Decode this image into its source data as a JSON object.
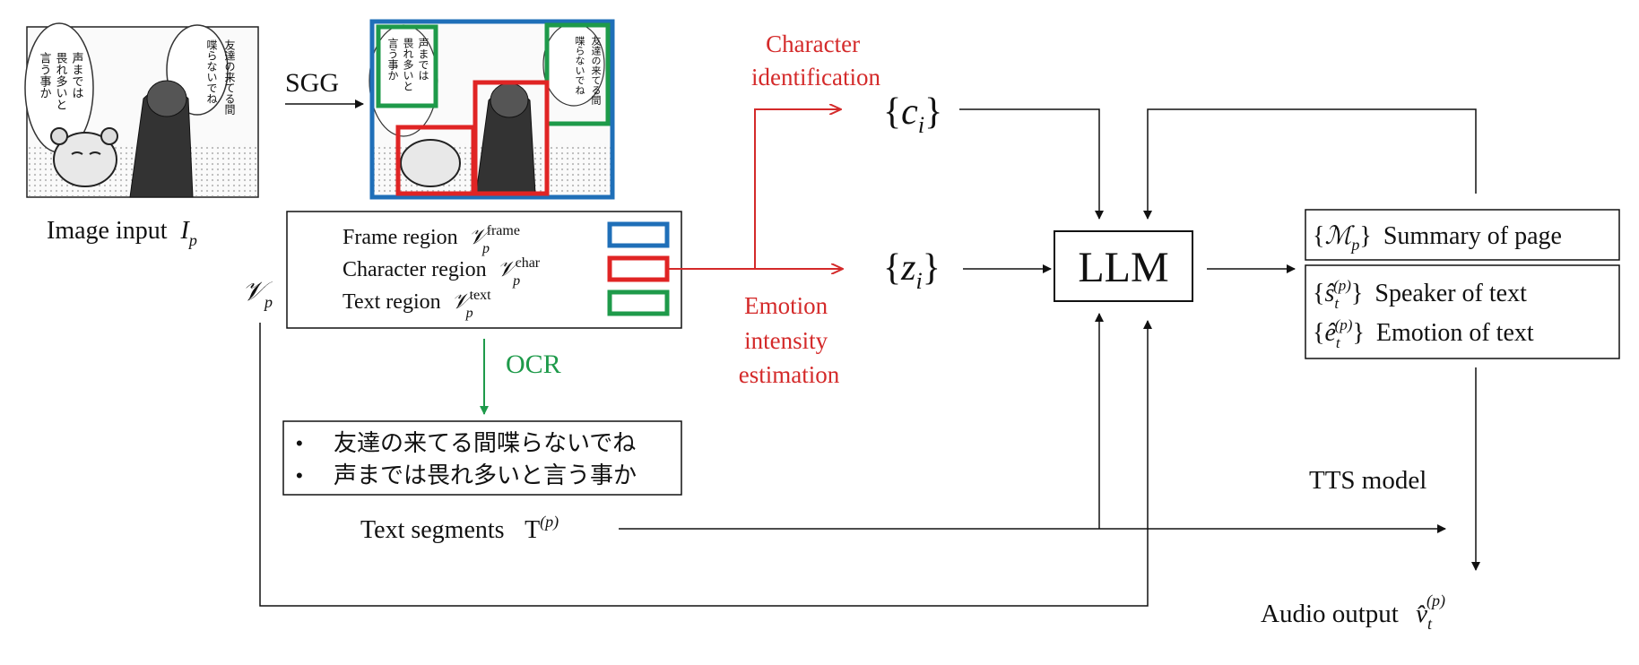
{
  "input": {
    "sgg_label": "SGG",
    "image_caption": "Image input",
    "image_var": "I",
    "image_sub": "p",
    "manga_text": [
      "友達の来てる間",
      "喋らないでね",
      "声までは",
      "畏れ多いと",
      "言う事か"
    ]
  },
  "regions": {
    "set_symbol": "𝒱",
    "set_sub": "p",
    "rows": [
      {
        "label": "Frame region",
        "sup": "frame",
        "color": "#1f6fb8"
      },
      {
        "label": "Character region",
        "sup": "char",
        "color": "#e02424"
      },
      {
        "label": "Text region",
        "sup": "text",
        "color": "#1e9a4a"
      }
    ]
  },
  "ocr": {
    "label": "OCR",
    "bullets": [
      "友達の来てる間喋らないでね",
      "声までは畏れ多いと言う事か"
    ],
    "segments_label": "Text segments",
    "segments_var": "T",
    "segments_sup": "(p)"
  },
  "branches": {
    "char_id": [
      "Character",
      "identification"
    ],
    "emotion": [
      "Emotion",
      "intensity",
      "estimation"
    ],
    "c_var": "c",
    "z_var": "z",
    "sub": "i"
  },
  "llm": {
    "label": "LLM"
  },
  "outputs": {
    "summary": "Summary of page",
    "summary_var": "ℳ",
    "summary_sub": "p",
    "speaker": "Speaker of text",
    "emotion": "Emotion of text",
    "s_var": "ŝ",
    "e_var": "ê",
    "sub": "t",
    "sup": "(p)"
  },
  "tts": {
    "label": "TTS model",
    "audio_caption": "Audio output",
    "audio_var": "v̂",
    "audio_sub": "t",
    "audio_sup": "(p)"
  },
  "colors": {
    "frame_blue": "#1f6fb8",
    "char_red": "#e02424",
    "text_green": "#1e9a4a",
    "annotation_red": "#d42a2a",
    "ocr_green": "#1e9a4a"
  }
}
